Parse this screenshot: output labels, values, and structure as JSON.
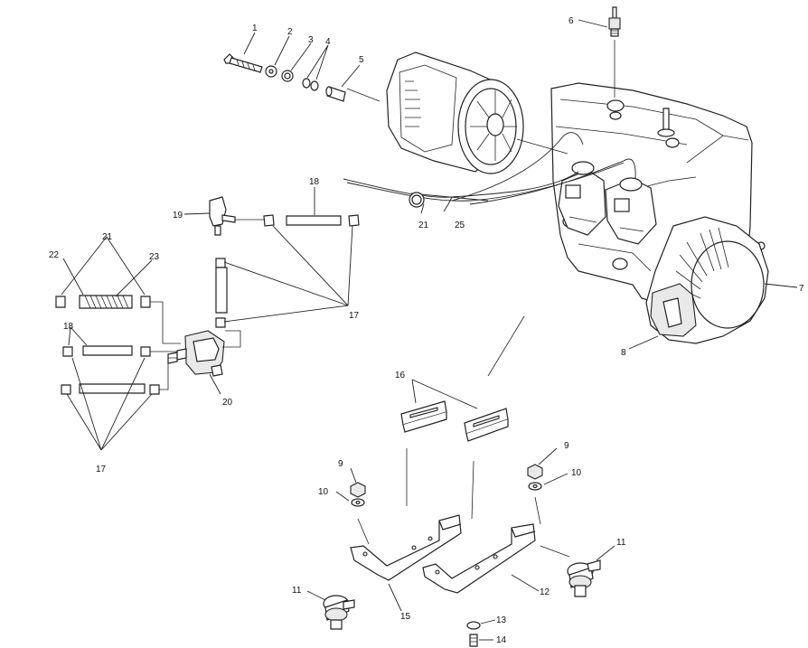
{
  "callouts": {
    "c1": "1",
    "c2": "2",
    "c3": "3",
    "c4": "4",
    "c5": "5",
    "c6": "6",
    "c7": "7",
    "c8": "8",
    "c9a": "9",
    "c9b": "9",
    "c10a": "10",
    "c10b": "10",
    "c11a": "11",
    "c11b": "11",
    "c12": "12",
    "c13": "13",
    "c14": "14",
    "c15": "15",
    "c16": "16",
    "c17a": "17",
    "c17b": "17",
    "c18a": "18",
    "c18b": "18",
    "c19": "19",
    "c20": "20",
    "c21a": "21",
    "c21b": "21",
    "c22": "22",
    "c23": "23",
    "c25": "25"
  }
}
